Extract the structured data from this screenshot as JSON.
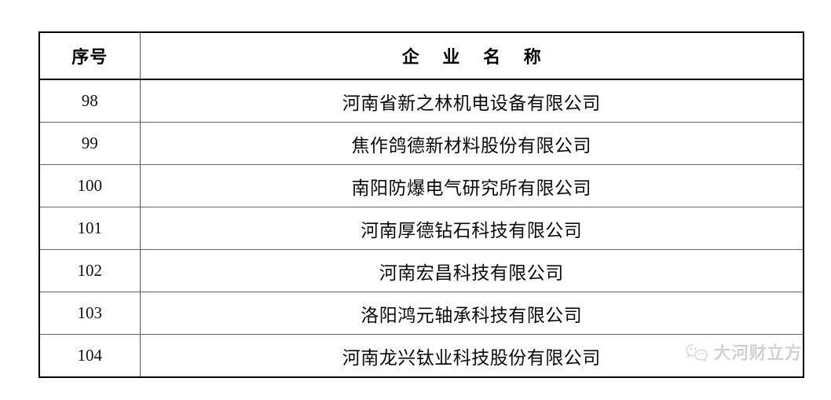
{
  "table": {
    "columns": [
      {
        "key": "index",
        "header": "序号"
      },
      {
        "key": "name",
        "header": "企 业 名 称"
      }
    ],
    "rows": [
      {
        "index": "98",
        "name": "河南省新之林机电设备有限公司"
      },
      {
        "index": "99",
        "name": "焦作鸽德新材料股份有限公司"
      },
      {
        "index": "100",
        "name": "南阳防爆电气研究所有限公司"
      },
      {
        "index": "101",
        "name": "河南厚德钻石科技有限公司"
      },
      {
        "index": "102",
        "name": "河南宏昌科技有限公司"
      },
      {
        "index": "103",
        "name": "洛阳鸿元轴承科技有限公司"
      },
      {
        "index": "104",
        "name": "河南龙兴钛业科技股份有限公司"
      }
    ]
  },
  "watermark": {
    "icon": "wechat-icon",
    "text": "大河财立方",
    "color": "#d2d2d2"
  },
  "page": {
    "background": "#ffffff",
    "border_color": "#000000",
    "grid_color": "#666666"
  }
}
